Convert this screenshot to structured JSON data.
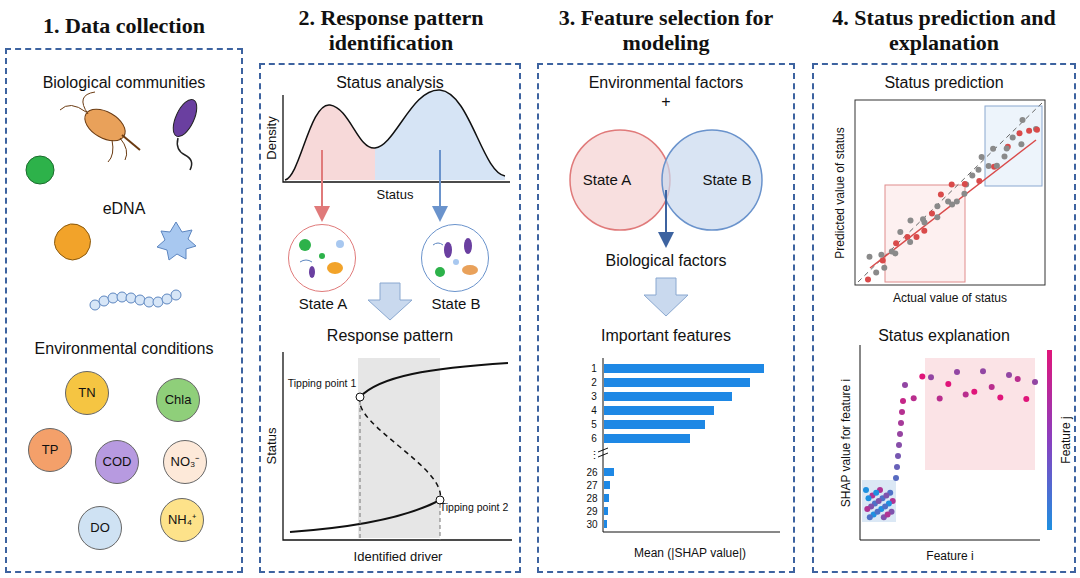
{
  "diagram": {
    "nodes": [
      {
        "text": [
          "1. Data collection",
          "Biological communities",
          "eDNA",
          "Environmental conditions"
        ]
      },
      {
        "text": [
          "TN"
        ],
        "in": 0
      },
      {
        "text": [
          "Chla"
        ],
        "in": 0
      },
      {
        "text": [
          "TP"
        ],
        "in": 0
      },
      {
        "text": [
          "COD"
        ],
        "in": 0
      },
      {
        "text": [
          "NO₃⁻"
        ],
        "in": 0
      },
      {
        "text": [
          "DO"
        ],
        "in": 0
      },
      {
        "text": [
          "NH₄⁺"
        ],
        "in": 0
      },
      {
        "text": [
          "2. Response pattern identification",
          "Status analysis",
          "Response pattern"
        ]
      },
      {
        "text": [
          "State A"
        ],
        "in": 8
      },
      {
        "text": [
          "State B"
        ],
        "in": 8
      },
      {
        "text": [
          "3. Feature selection for modeling",
          "Environmental factors",
          "+",
          "Biological factors",
          "Important features"
        ]
      },
      {
        "text": [
          "State A"
        ],
        "in": 11
      },
      {
        "text": [
          "State B"
        ],
        "in": 11
      },
      {
        "text": [
          "4. Status prediction and explanation",
          "Status prediction",
          "Status explanation"
        ]
      }
    ],
    "labels": [
      "Density",
      "Status",
      "Tipping point 1",
      "Tipping point 2",
      "Status",
      "Identified driver",
      "1",
      "2",
      "3",
      "4",
      "5",
      "6",
      "⋮",
      "26",
      "27",
      "28",
      "29",
      "30",
      "Mean (|SHAP value|)",
      "Predicted value of status",
      "Actual value of status",
      "SHAP value for feature i",
      "Feature i",
      "Feature j"
    ]
  }
}
